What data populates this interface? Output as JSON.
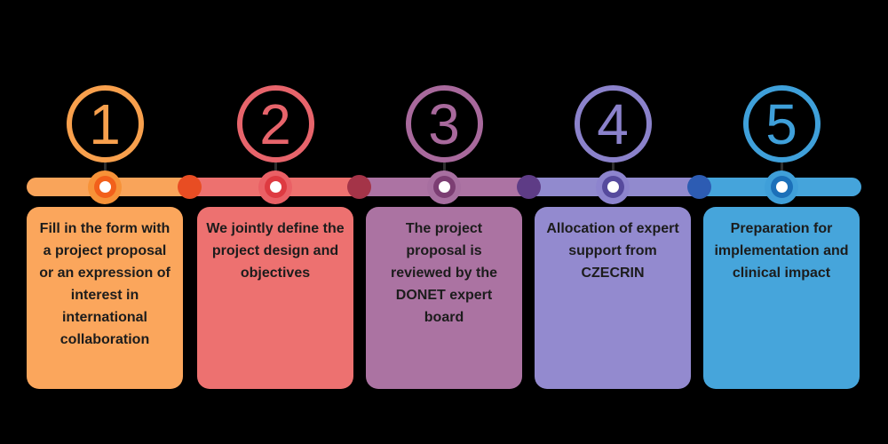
{
  "background": "#000000",
  "steps": [
    {
      "number": "1",
      "description": "Fill in the form with a project proposal or an expression of interest in international collaboration",
      "color": {
        "main": "#F9A45A",
        "ring": "#F8A04D",
        "halo": "#F79238",
        "marker": "#F2601B",
        "card": "#FBA65C"
      }
    },
    {
      "number": "2",
      "description": "We jointly define the project design and objectives",
      "color": {
        "main": "#ED716F",
        "ring": "#E7646B",
        "halo": "#EA6065",
        "marker": "#DE3A41",
        "card": "#ED7170"
      }
    },
    {
      "number": "3",
      "description": "The project proposal is reviewed by the DONET expert board",
      "color": {
        "main": "#AC73A3",
        "ring": "#A8699C",
        "halo": "#A76FA0",
        "marker": "#7C3E73",
        "card": "#AB73A2"
      }
    },
    {
      "number": "4",
      "description": "Allocation of expert support from CZECRIN",
      "color": {
        "main": "#918ACE",
        "ring": "#8B82CB",
        "halo": "#8D84CE",
        "marker": "#564A9D",
        "card": "#938ACF"
      }
    },
    {
      "number": "5",
      "description": "Preparation for implementation and clinical impact",
      "color": {
        "main": "#45A4DB",
        "ring": "#3FA0DA",
        "halo": "#3F9FD9",
        "marker": "#1B70B9",
        "card": "#46A5DB"
      }
    }
  ],
  "connector_dots": [
    "#E84D23",
    "#A43448",
    "#5E3C86",
    "#2D5CB3"
  ],
  "timeline": {
    "stem_color": "#2E2E2E",
    "marker_core_color": "#FFFFFF"
  }
}
